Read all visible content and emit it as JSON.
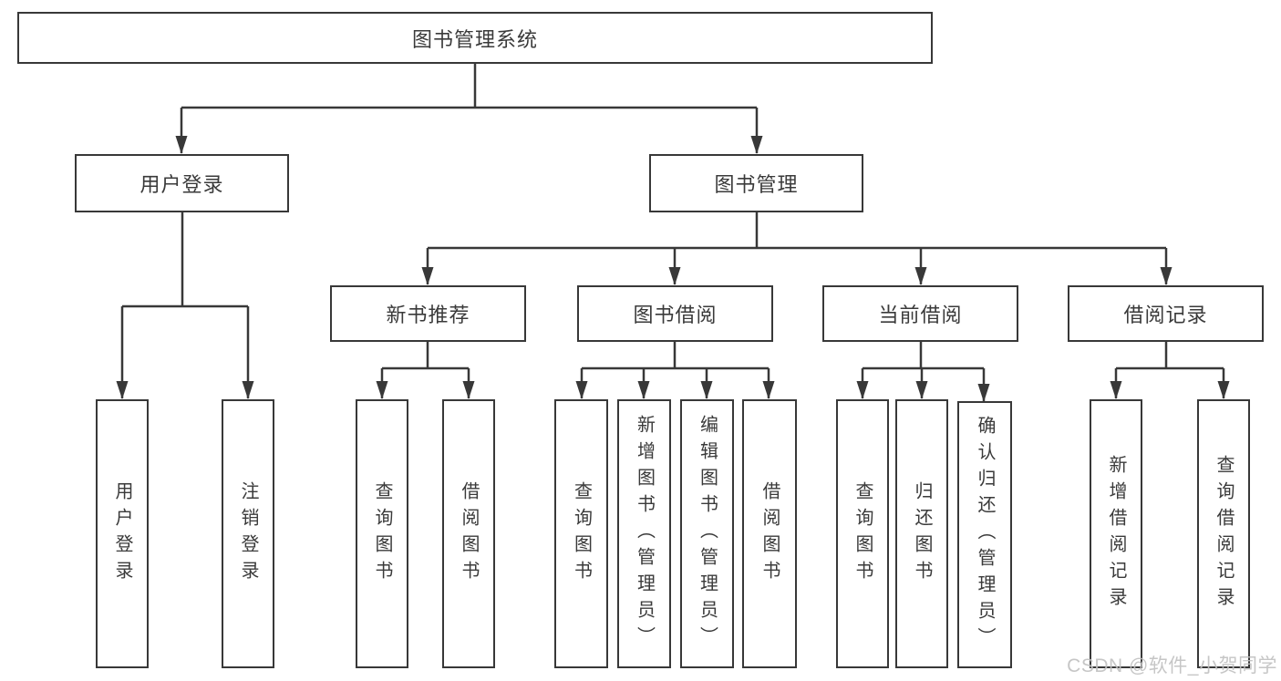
{
  "diagram": {
    "type": "hierarchy-tree",
    "root": {
      "label": "图书管理系统",
      "children": [
        {
          "label": "用户登录",
          "children": [
            {
              "label": "用户登录"
            },
            {
              "label": "注销登录"
            }
          ]
        },
        {
          "label": "图书管理",
          "children": [
            {
              "label": "新书推荐",
              "children": [
                {
                  "label": "查询图书"
                },
                {
                  "label": "借阅图书"
                }
              ]
            },
            {
              "label": "图书借阅",
              "children": [
                {
                  "label": "查询图书"
                },
                {
                  "label": "新增图书（管理员）"
                },
                {
                  "label": "编辑图书（管理员）"
                },
                {
                  "label": "借阅图书"
                }
              ]
            },
            {
              "label": "当前借阅",
              "children": [
                {
                  "label": "查询图书"
                },
                {
                  "label": "归还图书"
                },
                {
                  "label": "确认归还（管理员）"
                }
              ]
            },
            {
              "label": "借阅记录",
              "children": [
                {
                  "label": "新增借阅记录"
                },
                {
                  "label": "查询借阅记录"
                }
              ]
            }
          ]
        }
      ]
    },
    "watermark": "CSDN @软件_小贺同学",
    "colors": {
      "line": "#383838",
      "text": "#3a3a3a",
      "box_background": "#ffffff",
      "page_background": "#ffffff",
      "watermark": "#c0c0c0"
    }
  }
}
